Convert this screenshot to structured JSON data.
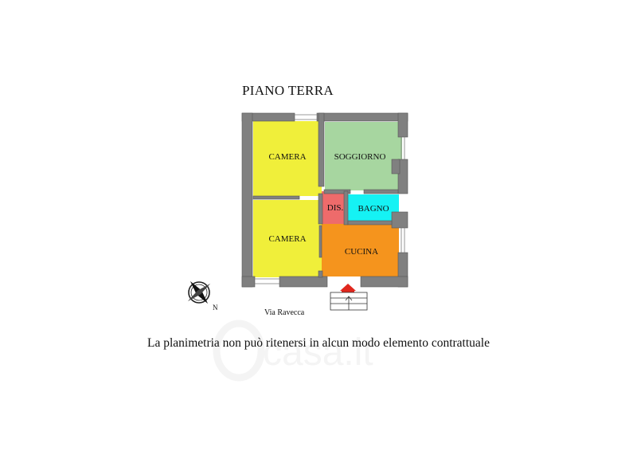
{
  "title": "PIANO TERRA",
  "rooms": [
    {
      "id": "camera-top",
      "label": "CAMERA",
      "color": "#f0ef3a"
    },
    {
      "id": "camera-bottom",
      "label": "CAMERA",
      "color": "#f0ef3a"
    },
    {
      "id": "soggiorno",
      "label": "SOGGIORNO",
      "color": "#a7d6a0"
    },
    {
      "id": "dis",
      "label": "DIS.",
      "color": "#ee6b6b"
    },
    {
      "id": "bagno",
      "label": "BAGNO",
      "color": "#15f2f4"
    },
    {
      "id": "cucina",
      "label": "CUCINA",
      "color": "#f5941d"
    }
  ],
  "wall_color": "#808080",
  "street": "Via Ravecca",
  "north_label": "N",
  "disclaimer": "La planimetria non può ritenersi in alcun modo elemento contrattuale"
}
